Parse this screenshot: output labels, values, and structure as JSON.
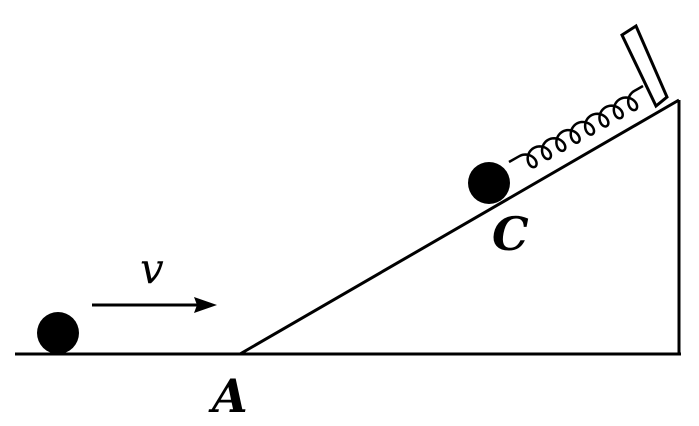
{
  "figure": {
    "labels": {
      "point_a": "A",
      "point_c": "C",
      "velocity": "v"
    },
    "colors": {
      "ink": "#000000",
      "background": "#ffffff"
    }
  }
}
